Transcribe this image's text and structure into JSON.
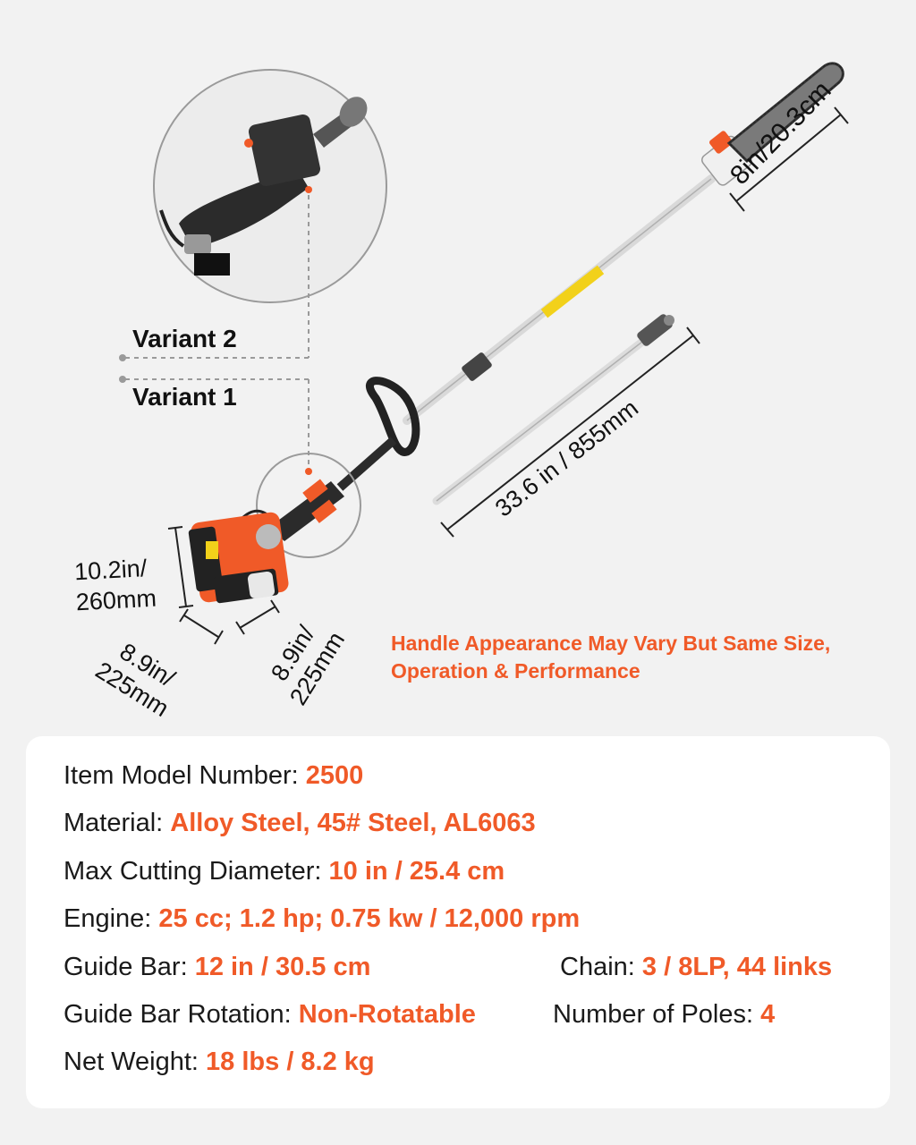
{
  "dimensions": {
    "guide_bar": "8in/20.3cm",
    "pole": "33.6 in / 855mm",
    "height_line1": "10.2in/",
    "height_line2": "260mm",
    "depth_line1": "8.9in/",
    "depth_line2": "225mm",
    "width_line1": "8.9in/",
    "width_line2": "225mm"
  },
  "variants": {
    "variant2": "Variant 2",
    "variant1": "Variant 1"
  },
  "note": {
    "line1": "Handle Appearance May Vary But Same Size,",
    "line2": "Operation & Performance"
  },
  "specs": {
    "model_label": "Item Model Number: ",
    "model_value": "2500",
    "material_label": "Material: ",
    "material_value": "Alloy Steel, 45# Steel, AL6063",
    "diameter_label": "Max Cutting Diameter: ",
    "diameter_value": "10 in / 25.4 cm",
    "engine_label": "Engine: ",
    "engine_value": "25 cc; 1.2 hp; 0.75 kw / 12,000 rpm",
    "guide_bar_label": "Guide Bar: ",
    "guide_bar_value": "12 in / 30.5 cm",
    "chain_label": "Chain: ",
    "chain_value": "3 / 8LP, 44 links",
    "rotation_label": "Guide Bar Rotation: ",
    "rotation_value": "Non-Rotatable",
    "poles_label": "Number of Poles: ",
    "poles_value": "4",
    "weight_label": "Net Weight: ",
    "weight_value": "18 lbs / 8.2 kg"
  },
  "colors": {
    "accent": "#f05a28",
    "background": "#f2f2f2",
    "card": "#ffffff"
  }
}
